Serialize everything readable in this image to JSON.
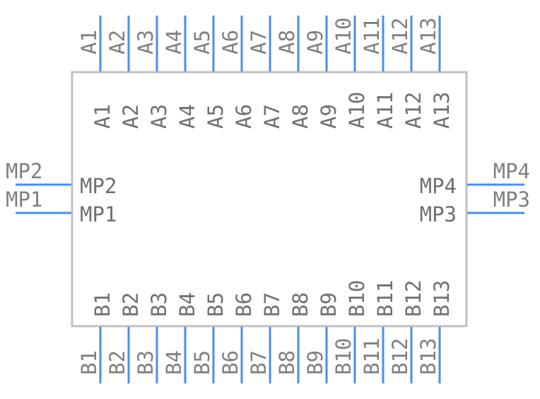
{
  "colors": {
    "pin": "#4a8df0",
    "body_outline": "#c0c0c0",
    "text": "#808080"
  },
  "top_pins": [
    "A1",
    "A2",
    "A3",
    "A4",
    "A5",
    "A6",
    "A7",
    "A8",
    "A9",
    "A10",
    "A11",
    "A12",
    "A13"
  ],
  "bottom_pins": [
    "B1",
    "B2",
    "B3",
    "B4",
    "B5",
    "B6",
    "B7",
    "B8",
    "B9",
    "B10",
    "B11",
    "B12",
    "B13"
  ],
  "left_pins": [
    "MP2",
    "MP1"
  ],
  "right_pins": [
    "MP4",
    "MP3"
  ]
}
